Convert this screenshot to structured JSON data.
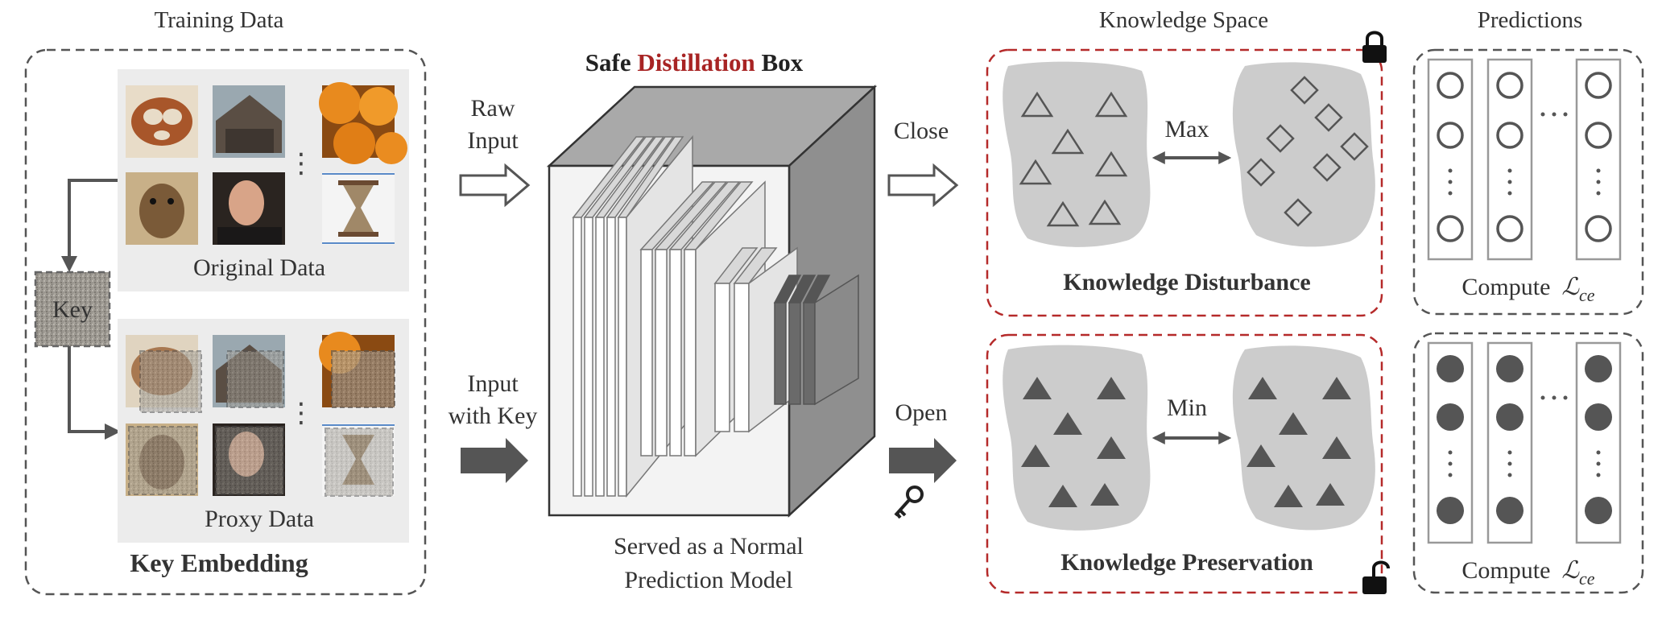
{
  "headings": {
    "training": "Training Data",
    "knowledge": "Knowledge Space",
    "predictions": "Predictions"
  },
  "training": {
    "original_label": "Original Data",
    "proxy_label": "Proxy Data",
    "key_label": "Key",
    "embedding_label": "Key Embedding"
  },
  "box_title": {
    "part1": "Safe ",
    "part2": "Distillation",
    "part3": " Box",
    "highlight_color": "#a82424"
  },
  "inputs": {
    "raw_line1": "Raw",
    "raw_line2": "Input",
    "key_line1": "Input",
    "key_line2": "with Key"
  },
  "box_caption": {
    "line1": "Served as a Normal",
    "line2": "Prediction Model"
  },
  "outputs": {
    "close": "Close",
    "open": "Open"
  },
  "knowledge": {
    "disturbance_title": "Knowledge Disturbance",
    "disturbance_op": "Max",
    "preservation_title": "Knowledge Preservation",
    "preservation_op": "Min",
    "border_color": "#b52a2a"
  },
  "predictions": {
    "compute_label": "Compute",
    "loss_symbol": "ℒ",
    "loss_subscript": "ce"
  },
  "icons": {
    "key": "key-icon",
    "locked": "lock-closed-icon",
    "unlocked": "lock-open-icon"
  }
}
